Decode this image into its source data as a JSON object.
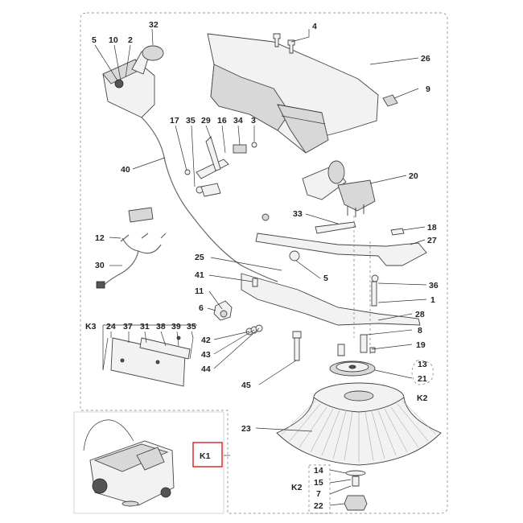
{
  "labels": {
    "l32": "32",
    "l5a": "5",
    "l10": "10",
    "l2": "2",
    "l4": "4",
    "l26": "26",
    "l9": "9",
    "l17": "17",
    "l35a": "35",
    "l29": "29",
    "l16": "16",
    "l34": "34",
    "l3": "3",
    "l20": "20",
    "l40": "40",
    "l33": "33",
    "l18": "18",
    "l27": "27",
    "l12": "12",
    "l30": "30",
    "l25": "25",
    "l5b": "5",
    "l41": "41",
    "l36": "36",
    "l11": "11",
    "l1": "1",
    "l6": "6",
    "l28": "28",
    "k3": "K3",
    "l24": "24",
    "l37": "37",
    "l31": "31",
    "l38": "38",
    "l39": "39",
    "l35b": "35",
    "l8": "8",
    "l42": "42",
    "l19": "19",
    "l43": "43",
    "l13": "13",
    "l44": "44",
    "l21": "21",
    "l45": "45",
    "k2a": "K2",
    "l23": "23",
    "k1": "K1",
    "l14": "14",
    "l15": "15",
    "k2b": "K2",
    "l7": "7",
    "l22": "22"
  },
  "colors": {
    "highlight_box": "#d92020",
    "line": "#333333",
    "frame_dash": "#888888"
  }
}
